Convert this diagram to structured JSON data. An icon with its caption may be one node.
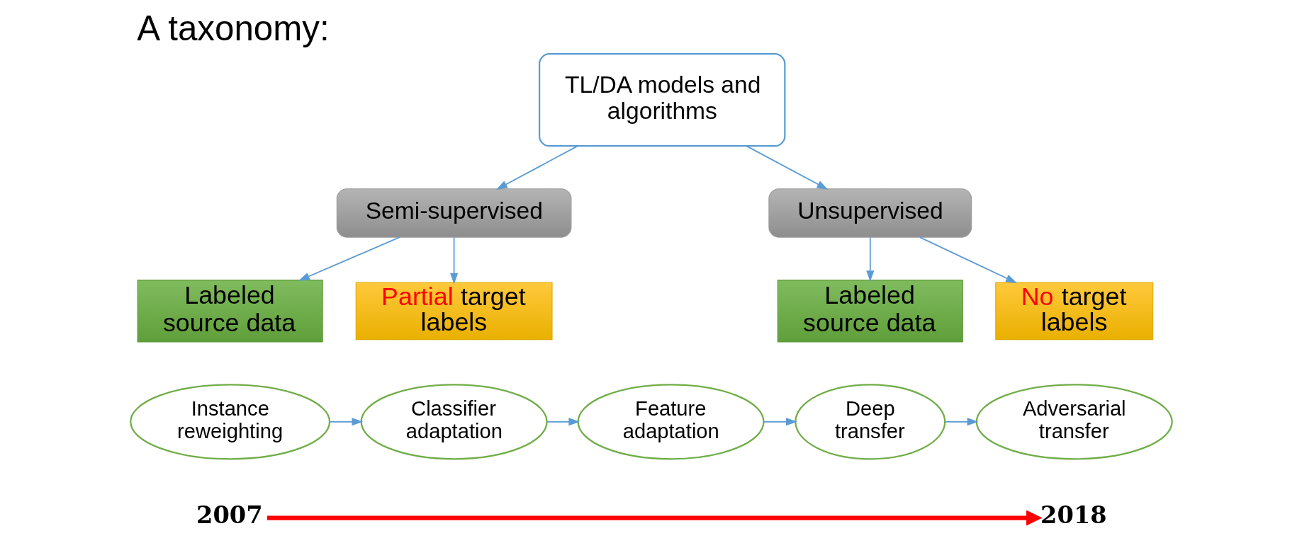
{
  "diagram": {
    "title": "A taxonomy:",
    "nodes": [
      {
        "text": [
          "TL/DA models and algorithms"
        ]
      },
      {
        "text": [
          "Semi-supervised"
        ]
      },
      {
        "text": [
          "Unsupervised"
        ]
      },
      {
        "text": [
          "Labeled source data"
        ]
      },
      {
        "text": [
          "Partial target labels"
        ]
      },
      {
        "text": [
          "Labeled source data"
        ]
      },
      {
        "text": [
          "No target labels"
        ]
      },
      {
        "text": [
          "Instance reweighting"
        ]
      },
      {
        "text": [
          "Classifier adaptation"
        ]
      },
      {
        "text": [
          "Feature adaptation"
        ]
      },
      {
        "text": [
          "Deep transfer"
        ]
      },
      {
        "text": [
          "Adversarial transfer"
        ]
      },
      {
        "text": [
          "2007"
        ]
      },
      {
        "text": [
          "2018"
        ]
      }
    ],
    "edges": [
      {
        "from": 0,
        "to": 1,
        "arrow": "to"
      },
      {
        "from": 0,
        "to": 2,
        "arrow": "to"
      },
      {
        "from": 1,
        "to": 3,
        "arrow": "to"
      },
      {
        "from": 1,
        "to": 4,
        "arrow": "to"
      },
      {
        "from": 2,
        "to": 5,
        "arrow": "to"
      },
      {
        "from": 2,
        "to": 6,
        "arrow": "to"
      },
      {
        "from": 7,
        "to": 8,
        "arrow": "to"
      },
      {
        "from": 8,
        "to": 9,
        "arrow": "to"
      },
      {
        "from": 9,
        "to": 10,
        "arrow": "to"
      },
      {
        "from": 10,
        "to": 11,
        "arrow": "to"
      },
      {
        "from": 12,
        "to": 13,
        "arrow": "to",
        "style": "thick",
        "color": "#ff0000"
      }
    ]
  }
}
